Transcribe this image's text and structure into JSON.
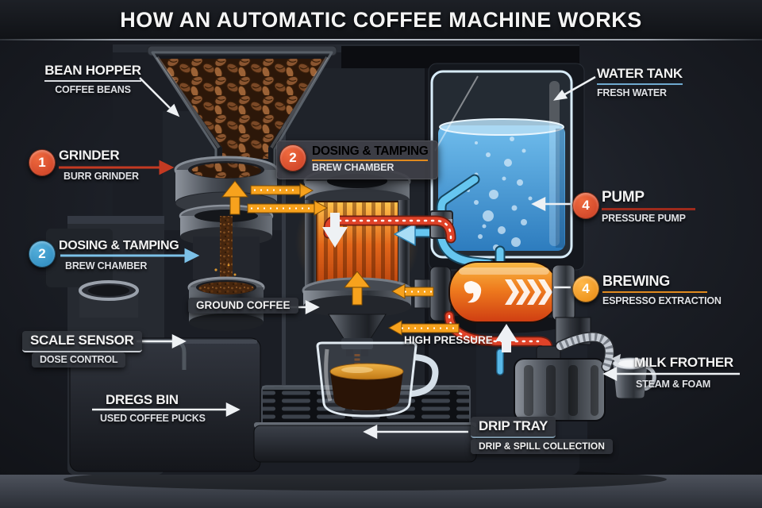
{
  "title": "HOW AN AUTOMATIC COFFEE MACHINE WORKS",
  "labels": {
    "bean_hopper": {
      "title": "BEAN HOPPER",
      "subtitle": "COFFEE BEANS"
    },
    "grinder": {
      "number": "1",
      "title": "GRINDER",
      "subtitle": "BURR GRINDER"
    },
    "dosing_tamping_top": {
      "number": "2",
      "title": "DOSING & TAMPING",
      "subtitle": "BREW CHAMBER"
    },
    "water_tank": {
      "title": "WATER TANK",
      "subtitle": "FRESH WATER"
    },
    "pump": {
      "number": "4",
      "title": "PUMP",
      "subtitle": "PRESSURE PUMP"
    },
    "dosing_tamping_left": {
      "number": "2",
      "title": "DOSING & TAMPING",
      "subtitle": "BREW CHAMBER"
    },
    "brewing": {
      "number": "4",
      "title": "BREWING",
      "subtitle": "ESPRESSO EXTRACTION"
    },
    "ground_coffee": {
      "title": "GROUND COFFEE"
    },
    "scale_sensor": {
      "title": "SCALE SENSOR",
      "subtitle": "DOSE CONTROL"
    },
    "high_pressure": {
      "title": "HIGH PRESSURE"
    },
    "milk_frother": {
      "title": "MILK FROTHER",
      "subtitle": "STEAM & FOAM"
    },
    "dregs_bin": {
      "title": "DREGS BIN",
      "subtitle": "USED COFFEE PUCKS"
    },
    "drip_tray": {
      "title": "DRIP TRAY",
      "subtitle": "DRIP & SPILL COLLECTION"
    }
  },
  "colors": {
    "step_red": "#d34328",
    "step_blue": "#2f8fc2",
    "step_orange": "#f0921c",
    "water_blue": "#4aa3e0",
    "pipe_red": "#e2462c",
    "pipe_orange": "#f7a21d",
    "pipe_blue": "#62c4f0"
  }
}
